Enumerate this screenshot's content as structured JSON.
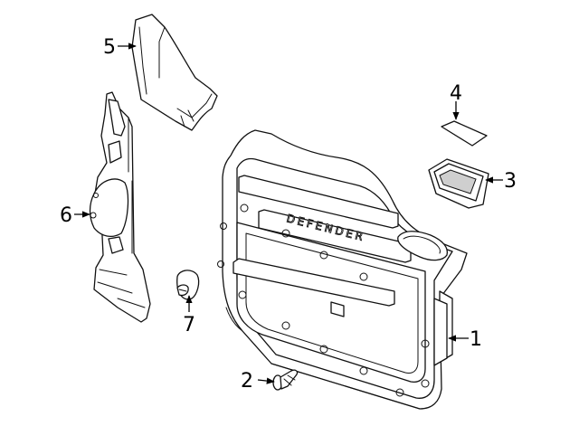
{
  "diagram": {
    "badge_text": "DEFENDER",
    "callouts": [
      {
        "id": "1",
        "label": "1"
      },
      {
        "id": "2",
        "label": "2"
      },
      {
        "id": "3",
        "label": "3"
      },
      {
        "id": "4",
        "label": "4"
      },
      {
        "id": "5",
        "label": "5"
      },
      {
        "id": "6",
        "label": "6"
      },
      {
        "id": "7",
        "label": "7"
      }
    ]
  }
}
